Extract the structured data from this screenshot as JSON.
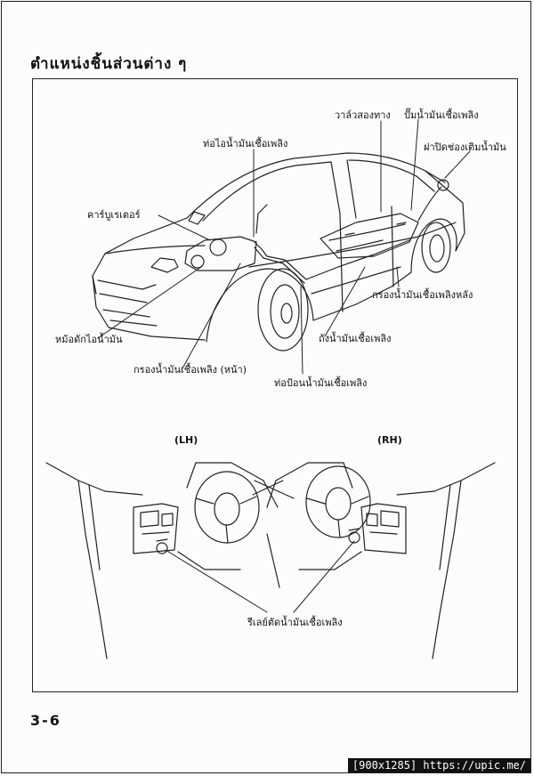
{
  "page": {
    "heading": "ตำแหน่งชิ้นส่วนต่าง ๆ",
    "page_number": "3-6"
  },
  "car_labels": {
    "two_way_valve": "วาล์วสองทาง",
    "fuel_pump": "ปั๊มน้ำมันเชื้อเพลิง",
    "fuel_vapor_pipe": "ท่อไอน้ำมันเชื้อเพลิง",
    "fuel_filler_cap": "ฝาปิดช่องเติมน้ำมัน",
    "carburetor": "คาร์บูเรเตอร์",
    "rear_fuel_filter": "กรองน้ำมันเชื้อเพลิงหลัง",
    "charcoal_canister": "หม้อดักไอน้ำมัน",
    "fuel_tank": "ถังน้ำมันเชื้อเพลิง",
    "front_fuel_filter": "กรองน้ำมันเชื้อเพลิง (หน้า)",
    "fuel_feed_pipe": "ท่อป้อนน้ำมันเชื้อเพลิง"
  },
  "dash_labels": {
    "lh": "(LH)",
    "rh": "(RH)",
    "fuel_cut_relay": "รีเลย์ตัดน้ำมันเชื้อเพลิง"
  },
  "watermark": "[900x1285] https://upic.me/"
}
